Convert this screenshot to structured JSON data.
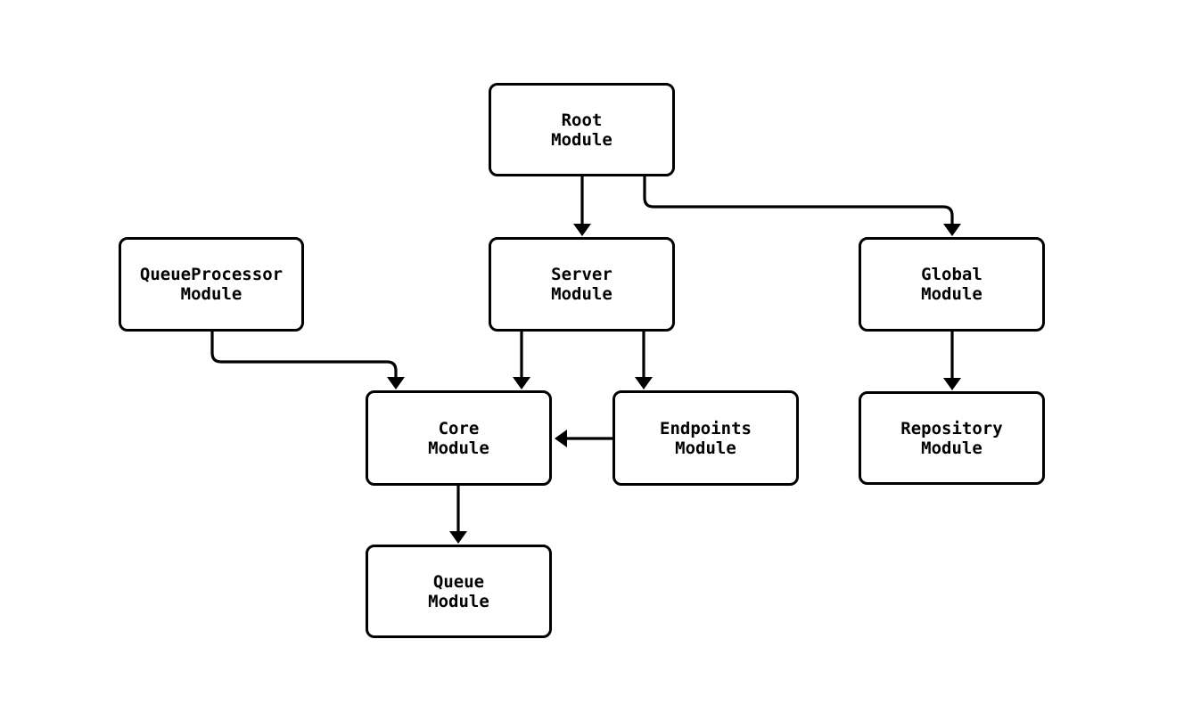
{
  "diagram": {
    "type": "module-dependency-graph",
    "colors": {
      "background": "#ffffff",
      "node_fill": "#ffffff",
      "node_border": "#000000",
      "edge": "#000000",
      "text": "#000000"
    },
    "nodes": [
      {
        "id": "root",
        "label": "Root\nModule"
      },
      {
        "id": "queueprocessor",
        "label": "QueueProcessor\nModule"
      },
      {
        "id": "server",
        "label": "Server\nModule"
      },
      {
        "id": "global",
        "label": "Global\nModule"
      },
      {
        "id": "core",
        "label": "Core\nModule"
      },
      {
        "id": "endpoints",
        "label": "Endpoints\nModule"
      },
      {
        "id": "repository",
        "label": "Repository\nModule"
      },
      {
        "id": "queue",
        "label": "Queue\nModule"
      }
    ],
    "edges": [
      {
        "from": "root",
        "to": "server"
      },
      {
        "from": "root",
        "to": "global"
      },
      {
        "from": "queueprocessor",
        "to": "core"
      },
      {
        "from": "server",
        "to": "core"
      },
      {
        "from": "server",
        "to": "endpoints"
      },
      {
        "from": "endpoints",
        "to": "core"
      },
      {
        "from": "global",
        "to": "repository"
      },
      {
        "from": "core",
        "to": "queue"
      }
    ]
  }
}
